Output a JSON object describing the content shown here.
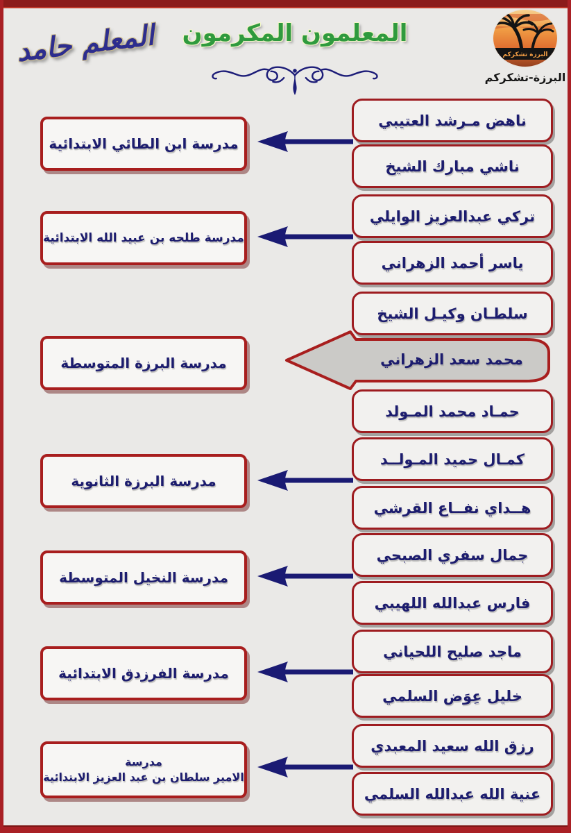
{
  "header": {
    "calligraphy": "المعلم حامد",
    "title": "المعلمون المكرمون",
    "logo_badge_text": "البرزة تشكركم",
    "logo_label": "البرزة-تشكركم"
  },
  "teachers": [
    {
      "name": "ناهض مـرشد العتيبي",
      "highlighted": false
    },
    {
      "name": "ناشي مبارك الشيخ",
      "highlighted": false
    },
    {
      "name": "تركي عبدالعزيز الوايلي",
      "highlighted": false
    },
    {
      "name": "ياسر أحمد الزهراني",
      "highlighted": false
    },
    {
      "name": "سلطـان وكيـل الشيخ",
      "highlighted": false
    },
    {
      "name": "محمد سعد الزهراني",
      "highlighted": true
    },
    {
      "name": "حمـاد محمد المـولد",
      "highlighted": false
    },
    {
      "name": "كمـال حميد المـولــد",
      "highlighted": false
    },
    {
      "name": "هــداي نفــاع القرشي",
      "highlighted": false
    },
    {
      "name": "جمال سفري الصبحي",
      "highlighted": false
    },
    {
      "name": "فارس عبدالله اللهيبي",
      "highlighted": false
    },
    {
      "name": "ماجد صليح اللحياني",
      "highlighted": false
    },
    {
      "name": "خليل عِوَض السلمي",
      "highlighted": false
    },
    {
      "name": "رزق الله سعيد المعبدي",
      "highlighted": false
    },
    {
      "name": "عنية الله عبدالله السلمي",
      "highlighted": false
    }
  ],
  "schools": [
    {
      "lines": [
        "مدرسة ابن الطائي الابتدائية"
      ]
    },
    {
      "lines": [
        "مدرسة طلحه بن عبيد الله الابتدائية"
      ]
    },
    {
      "lines": [
        "مدرسة البرزة المتوسطة"
      ]
    },
    {
      "lines": [
        "مدرسة  البرزة الثانوية"
      ]
    },
    {
      "lines": [
        "مدرسة  النخيل المتوسطة"
      ]
    },
    {
      "lines": [
        "مدرسة  الفرزدق الابتدائية"
      ]
    },
    {
      "lines": [
        "مدرسة",
        "الامير سلطان بن عبد العزيز الابتدائية"
      ]
    }
  ],
  "colors": {
    "background": "#eae9e7",
    "frame_red": "#a92025",
    "box_border_red": "#9e1c20",
    "name_fill": "#f2f1ef",
    "school_fill": "#f7f6f4",
    "highlight_fill": "#cbcac7",
    "text_navy": "#1c1c6e",
    "arrow_navy": "#1a1a73",
    "title_green": "#2f9a3e",
    "calligraphy_blue": "#2d2d8e",
    "logo_orange": "#e8762c"
  }
}
